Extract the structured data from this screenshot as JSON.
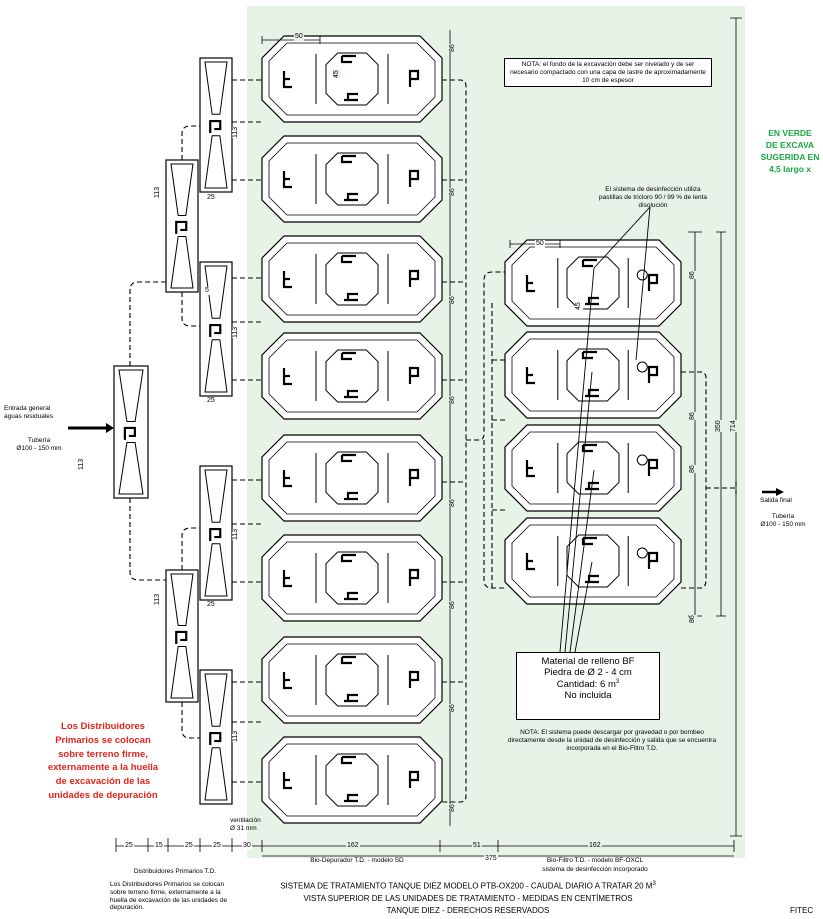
{
  "colors": {
    "zone": "#e6f3e6",
    "red": "#e4241c",
    "green": "#1aa844",
    "line": "#000000"
  },
  "note_top": "NOTA: el fondo de la excavación debe ser nivelado y de ser necesario compactado con una capa de lastre de aproximadamente 10 cm de espesor",
  "note_disinfection": "El sistema de desinfección utiliza pastillas de tricloro 90 / 99 % de lenta disolución",
  "note_bottom": "NOTA: El sistema puede descargar por gravedad o por bombeo directamente desde la unidad de desinfección y salida que se encuentra incorporada en el Bio-Filtro T.D.",
  "green_text": "EN VERDE\nDE EXCAVA\nSUGERIDA EN\n4,5 largo x",
  "red_text": "Los Distribuidores\nPrimarios se colocan\nsobre terreno firme,\nexternamente a la huella\nde excavación de las\nunidades de depuración",
  "inlet": {
    "label": "Entrada general\naguas residuales",
    "pipe": "Tubería\nØ100 - 150 mm"
  },
  "outlet": {
    "label": "Salida final",
    "pipe": "Tubería\nØ100 - 150 mm"
  },
  "ventilation": "ventilación\nØ 31 mm",
  "fill_material": {
    "title": "Material de relleno BF",
    "stone": "Piedra de Ø 2 - 4 cm",
    "qty": "Cantidad: 6 m",
    "qty_sup": "3",
    "note": "No incluida"
  },
  "labels": {
    "dist_title": "Distribuidores Primarios T.D.",
    "dist_note": "Los Distribuidores Primarios se colocan sobre terreno firme, externamente a la huella de excavación de las unidades de depuración.",
    "biodep": "Bio-Depurador T.D. - modelo SD",
    "biofiltro": "Bio-Filtro T.D. - modelo BF-OXCL",
    "biofiltro_sub": "sistema de desinfección incorporado",
    "title1": "SISTEMA DE TRATAMIENTO TANQUE DIEZ MODELO PTB-OX200 - CAUDAL DIARIO A TRATAR 20 M",
    "title1_sup": "3",
    "title2": "VISTA SUPERIOR DE LAS UNIDADES DE TRATAMIENTO - MEDIDAS EN CENTÍMETROS",
    "title3": "TANQUE DIEZ - DERECHOS RESERVADOS",
    "corner": "FITEC"
  },
  "dims": {
    "d50": "50",
    "d45": "45",
    "d86": "86",
    "d113": "113",
    "d25": "25",
    "d15": "15",
    "d5": "5",
    "d30": "30",
    "d162": "162",
    "d51": "51",
    "d375": "375",
    "d350": "350",
    "d714": "714"
  }
}
